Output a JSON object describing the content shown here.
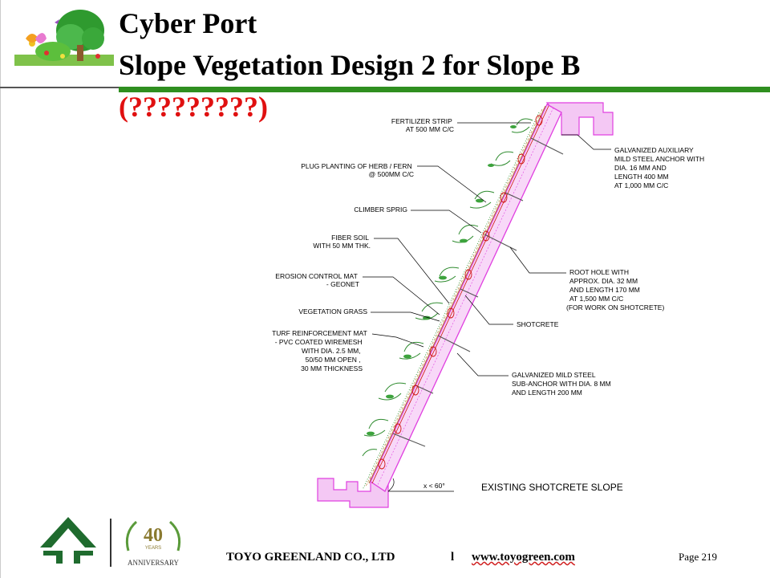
{
  "header": {
    "title_line1": "Cyber Port",
    "title_line2": "Slope Vegetation Design 2 for Slope B",
    "title_line3": "(?????????)"
  },
  "diagram": {
    "labels_left": [
      {
        "lines": [
          "FERTILIZER STRIP",
          "AT 500 MM C/C"
        ]
      },
      {
        "lines": [
          "PLUG PLANTING OF HERB / FERN",
          "@ 500MM C/C"
        ]
      },
      {
        "lines": [
          "CLIMBER SPRIG"
        ]
      },
      {
        "lines": [
          "FIBER SOIL",
          "WITH 50 MM THK."
        ]
      },
      {
        "lines": [
          "EROSION CONTROL MAT",
          "- GEONET"
        ]
      },
      {
        "lines": [
          "VEGETATION GRASS"
        ]
      },
      {
        "lines": [
          "TURF REINFORCEMENT MAT",
          "- PVC COATED WIREMESH",
          "WITH DIA. 2.5 MM,",
          "50/50 MM OPEN ,",
          "30 MM THICKNESS"
        ]
      }
    ],
    "labels_right": [
      {
        "lines": [
          "GALVANIZED AUXILIARY",
          "MILD STEEL ANCHOR WITH",
          "DIA. 16 MM AND",
          "LENGTH 400 MM",
          "AT 1,000 MM C/C"
        ]
      },
      {
        "lines": [
          "ROOT HOLE WITH",
          "APPROX. DIA. 32 MM",
          "AND LENGTH 170 MM",
          "AT 1,500 MM C/C",
          "(FOR WORK ON SHOTCRETE)"
        ]
      },
      {
        "lines": [
          "SHOTCRETE"
        ]
      },
      {
        "lines": [
          "GALVANIZED MILD STEEL",
          "SUB-ANCHOR WITH DIA. 8 MM",
          "AND LENGTH 200 MM"
        ]
      }
    ],
    "angle_label": "x < 60°",
    "slope_label": "EXISTING SHOTCRETE SLOPE"
  },
  "footer": {
    "company": "TOYO GREENLAND CO., LTD",
    "separator": "l",
    "website": "www.toyogreen.com",
    "page": "Page 219",
    "anniversary_number": "40",
    "anniversary_years": "YEARS",
    "anniversary_text": "ANNIVERSARY"
  },
  "colors": {
    "accent_green": "#2f8f1f",
    "title_red": "#e01010",
    "concrete": "#e040e0",
    "plant": "#2e8b2e"
  }
}
